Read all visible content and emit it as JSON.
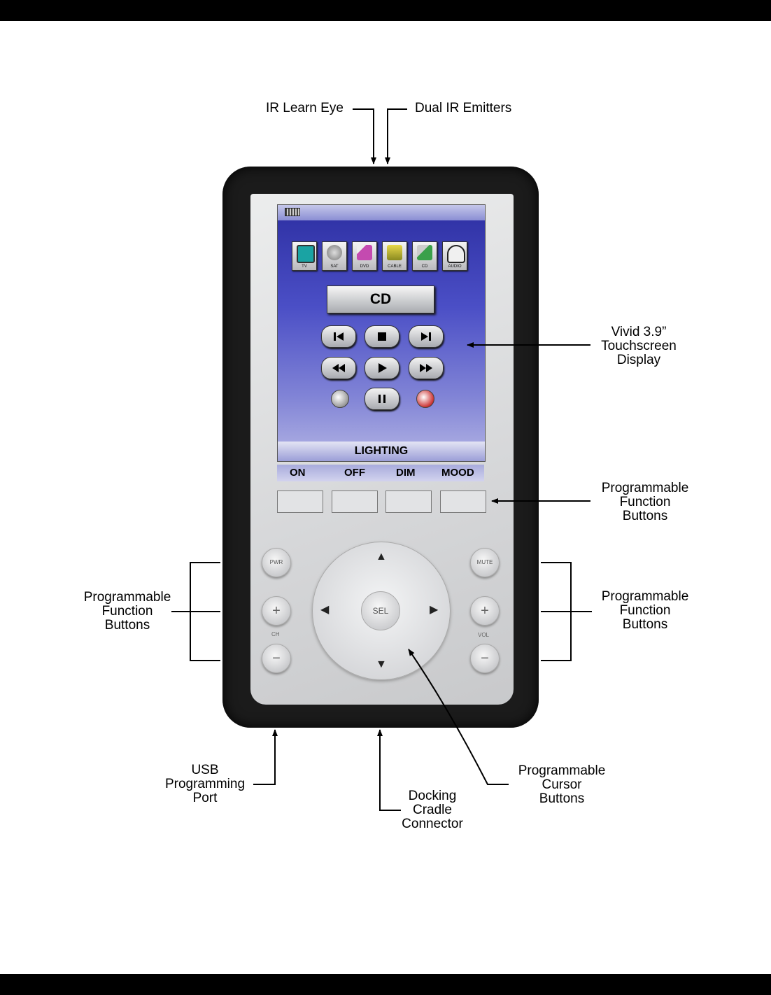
{
  "labels": {
    "ir_learn_eye": "IR Learn Eye",
    "dual_ir_emitters": "Dual IR Emitters",
    "touchscreen": [
      "Vivid 3.9”",
      "Touchscreen",
      "Display"
    ],
    "prog_function_right_top": [
      "Programmable",
      "Function",
      "Buttons"
    ],
    "prog_function_left": [
      "Programmable",
      "Function",
      "Buttons"
    ],
    "prog_function_right": [
      "Programmable",
      "Function",
      "Buttons"
    ],
    "usb_port": [
      "USB",
      "Programming",
      "Port"
    ],
    "docking": [
      "Docking",
      "Cradle",
      "Connector"
    ],
    "cursor": [
      "Programmable",
      "Cursor",
      "Buttons"
    ]
  },
  "screen": {
    "sources": [
      {
        "label": "TV",
        "icon": "tv-icon",
        "color": "#1aa3a3"
      },
      {
        "label": "SAT",
        "icon": "satellite-dish-icon",
        "color": "#9a9aa0"
      },
      {
        "label": "DVD",
        "icon": "dvd-icon",
        "color": "#c44ab0"
      },
      {
        "label": "CABLE",
        "icon": "cable-box-icon",
        "color": "#c8b820"
      },
      {
        "label": "CD",
        "icon": "cd-icon",
        "color": "#3aa04a"
      },
      {
        "label": "AUDIO",
        "icon": "headphones-icon",
        "color": "#e0e0e0"
      }
    ],
    "current_source": "CD",
    "lighting_title": "LIGHTING",
    "lighting_buttons": [
      "ON",
      "OFF",
      "DIM",
      "MOOD"
    ]
  },
  "hardware": {
    "power": "PWR",
    "mute": "MUTE",
    "plus": "+",
    "minus": "−",
    "ch": "CH",
    "vol": "VOL",
    "select": "SEL"
  }
}
